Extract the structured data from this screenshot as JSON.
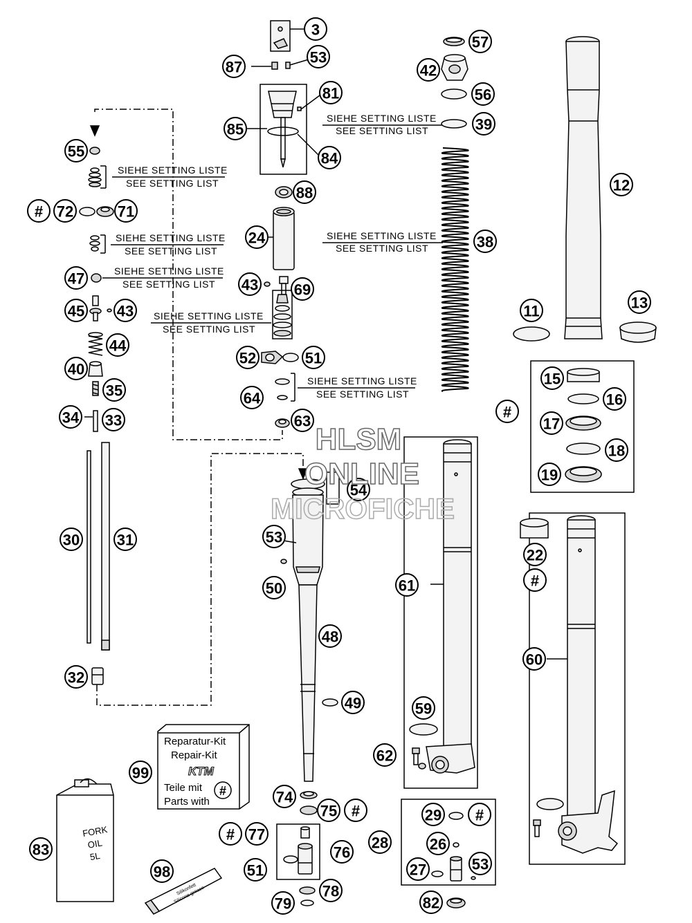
{
  "watermark": {
    "line1": "HLSM",
    "line2": "ONLINE",
    "line3": "MICROFICHE"
  },
  "notes": {
    "de": "SIEHE SETTING LISTE",
    "en": "SEE SETTING LIST"
  },
  "repair_kit": {
    "line1": "Reparatur-Kit",
    "line2": "Repair-Kit",
    "brand": "KTM",
    "line3": "Teile mit",
    "line4": "Parts with",
    "marker": "#"
  },
  "fork_oil": {
    "line1": "FORK",
    "line2": "OIL",
    "line3": "5L"
  },
  "grease_tube": {
    "line1": "Silikonfett",
    "line2": "Silicone grease"
  },
  "callouts": [
    {
      "label": "3"
    },
    {
      "label": "87"
    },
    {
      "label": "53"
    },
    {
      "label": "81"
    },
    {
      "label": "85"
    },
    {
      "label": "84"
    },
    {
      "label": "88"
    },
    {
      "label": "24"
    },
    {
      "label": "43"
    },
    {
      "label": "69"
    },
    {
      "label": "52"
    },
    {
      "label": "51"
    },
    {
      "label": "64"
    },
    {
      "label": "63"
    },
    {
      "label": "54"
    },
    {
      "label": "53"
    },
    {
      "label": "50"
    },
    {
      "label": "48"
    },
    {
      "label": "49"
    },
    {
      "label": "74"
    },
    {
      "label": "75"
    },
    {
      "label": "#"
    },
    {
      "label": "#"
    },
    {
      "label": "77"
    },
    {
      "label": "76"
    },
    {
      "label": "51"
    },
    {
      "label": "78"
    },
    {
      "label": "79"
    },
    {
      "label": "98"
    },
    {
      "label": "83"
    },
    {
      "label": "99"
    },
    {
      "label": "55"
    },
    {
      "label": "#"
    },
    {
      "label": "72"
    },
    {
      "label": "71"
    },
    {
      "label": "47"
    },
    {
      "label": "45"
    },
    {
      "label": "43"
    },
    {
      "label": "44"
    },
    {
      "label": "40"
    },
    {
      "label": "35"
    },
    {
      "label": "34"
    },
    {
      "label": "33"
    },
    {
      "label": "30"
    },
    {
      "label": "31"
    },
    {
      "label": "32"
    },
    {
      "label": "57"
    },
    {
      "label": "42"
    },
    {
      "label": "56"
    },
    {
      "label": "39"
    },
    {
      "label": "38"
    },
    {
      "label": "12"
    },
    {
      "label": "11"
    },
    {
      "label": "13"
    },
    {
      "label": "15"
    },
    {
      "label": "16"
    },
    {
      "label": "#"
    },
    {
      "label": "17"
    },
    {
      "label": "18"
    },
    {
      "label": "19"
    },
    {
      "label": "22"
    },
    {
      "label": "#"
    },
    {
      "label": "61"
    },
    {
      "label": "60"
    },
    {
      "label": "59"
    },
    {
      "label": "62"
    },
    {
      "label": "29"
    },
    {
      "label": "#"
    },
    {
      "label": "28"
    },
    {
      "label": "26"
    },
    {
      "label": "27"
    },
    {
      "label": "53"
    },
    {
      "label": "82"
    }
  ]
}
